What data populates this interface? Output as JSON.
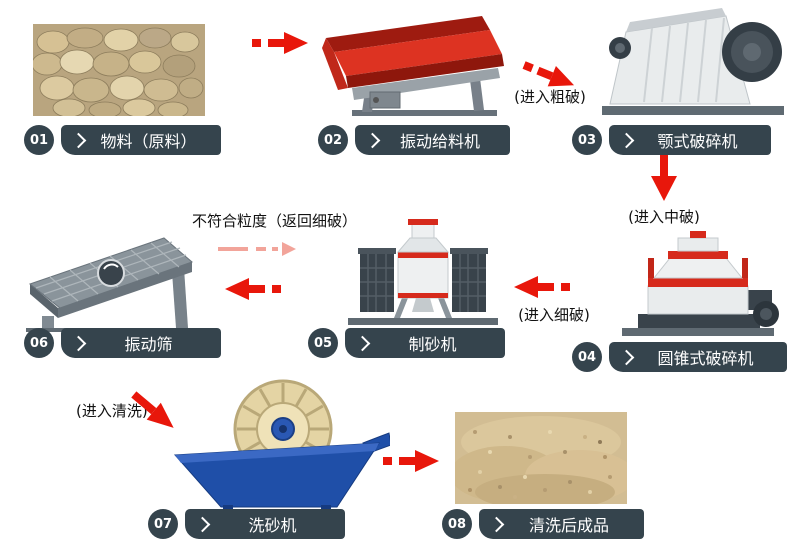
{
  "flow": {
    "steps": [
      {
        "num": "01",
        "label": "物料（原料）"
      },
      {
        "num": "02",
        "label": "振动给料机"
      },
      {
        "num": "03",
        "label": "颚式破碎机"
      },
      {
        "num": "04",
        "label": "圆锥式破碎机"
      },
      {
        "num": "05",
        "label": "制砂机"
      },
      {
        "num": "06",
        "label": "振动筛"
      },
      {
        "num": "07",
        "label": "洗砂机"
      },
      {
        "num": "08",
        "label": "清洗后成品"
      }
    ],
    "annotations": {
      "enter_coarse": "(进入粗破)",
      "enter_medium": "(进入中破)",
      "enter_fine": "(进入细破)",
      "return_fine": "不符合粒度（返回细破）",
      "enter_wash": "(进入清洗)"
    },
    "colors": {
      "banner": "#35444d",
      "arrow_red": "#e8170b",
      "arrow_return": "#f2a49a"
    }
  }
}
